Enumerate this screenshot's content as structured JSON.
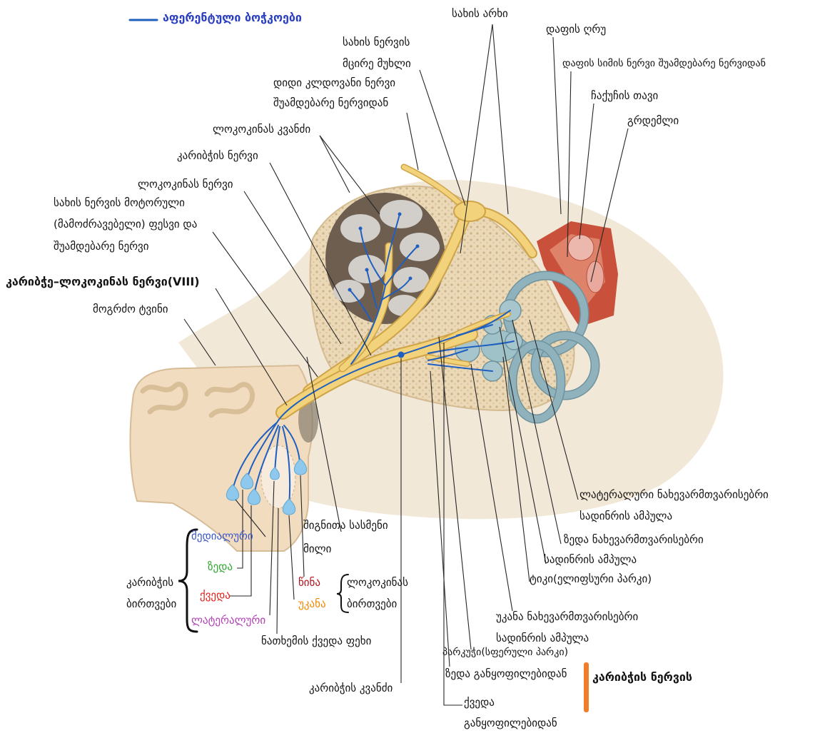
{
  "legend": {
    "label": "აფერენტული ბოჭკოები"
  },
  "labels": {
    "facial_canal": "სახის არხი",
    "tympanic_cavity": "დაფის ღრუ",
    "geniculum_l1": "სახის ნერვის",
    "geniculum_l2": "მცირე მუხლი",
    "chorda_tympani": "დაფის სიმის ნერვი შუამდებარე ნერვიდან",
    "greater_petrosal_l1": "დიდი კლდოვანი ნერვი",
    "greater_petrosal_l2": "შუამდებარე ნერვიდან",
    "malleus_head": "ჩაქუჩის თავი",
    "incus": "გრდემლი",
    "cochlear_ganglion": "ლოკოკინას კვანძი",
    "vestibular_nerve": "კარიბჭის ნერვი",
    "cochlear_nerve": "ლოკოკინას ნერვი",
    "facial_motor_l1": "სახის ნერვის მოტორული",
    "facial_motor_l2": "(მამოძრავებელი) ფესვი და",
    "facial_motor_l3": "შუამდებარე ნერვი",
    "vestibulocochlear": "კარიბჭე–ლოკოკინას ნერვი(VIII)",
    "medulla": "მოგრძო ტვინი",
    "lateral_canal_l1": "ლატერალური ნახევარმთვარისებრი",
    "lateral_canal_l2": "სადინრის ამპულა",
    "internal_meatus_l1": "შიგნითა სასმენი",
    "internal_meatus_l2": "მილი",
    "superior_canal_l1": "ზედა ნახევარმთვარისებრი",
    "superior_canal_l2": "სადინრის ამპულა",
    "utricle": "ტიკი(ელიფსური პარკი)",
    "posterior_canal_l1": "უკანა ნახევარმთვარისებრი",
    "posterior_canal_l2": "სადინრის ამპულა",
    "saccule": "პარკუჭი(სფერული პარკი)",
    "superior_division": "ზედა განყოფილებიდან",
    "vestibular_nerve_of": "კარიბჭის ნერვის",
    "inferior_division_l1": "ქვედა",
    "inferior_division_l2": "განყოფილებიდან",
    "vestibular_ganglion": "კარიბჭის კვანძი",
    "inferior_cerebellar_peduncle": "ნათხემის ქვედა ფეხი"
  },
  "vestibular_nuclei": {
    "title_l1": "კარიბჭის",
    "title_l2": "ბირთვები",
    "medial": "მედიალური",
    "superior": "ზედა",
    "inferior": "ქვედა",
    "lateral": "ლატერალური"
  },
  "cochlear_nuclei": {
    "title_l1": "ლოკოკინას",
    "title_l2": "ბირთვები",
    "anterior": "წინა",
    "posterior": "უკანა"
  },
  "colors": {
    "legend": "#2a3fc0",
    "afferent": "#1f5fbf",
    "nerve": "#f3d27c",
    "nerve_edge": "#cfa447",
    "canal": "#8fb2bd",
    "tympanic": "#c9503a",
    "nucleus": "#8ec8ec",
    "marker": "#f07d2a",
    "medial": "#3a55c8",
    "superior": "#30a830",
    "inferior": "#e3211c",
    "lateral": "#b23fb5",
    "anterior": "#b0141c",
    "posterior": "#f28a00"
  }
}
